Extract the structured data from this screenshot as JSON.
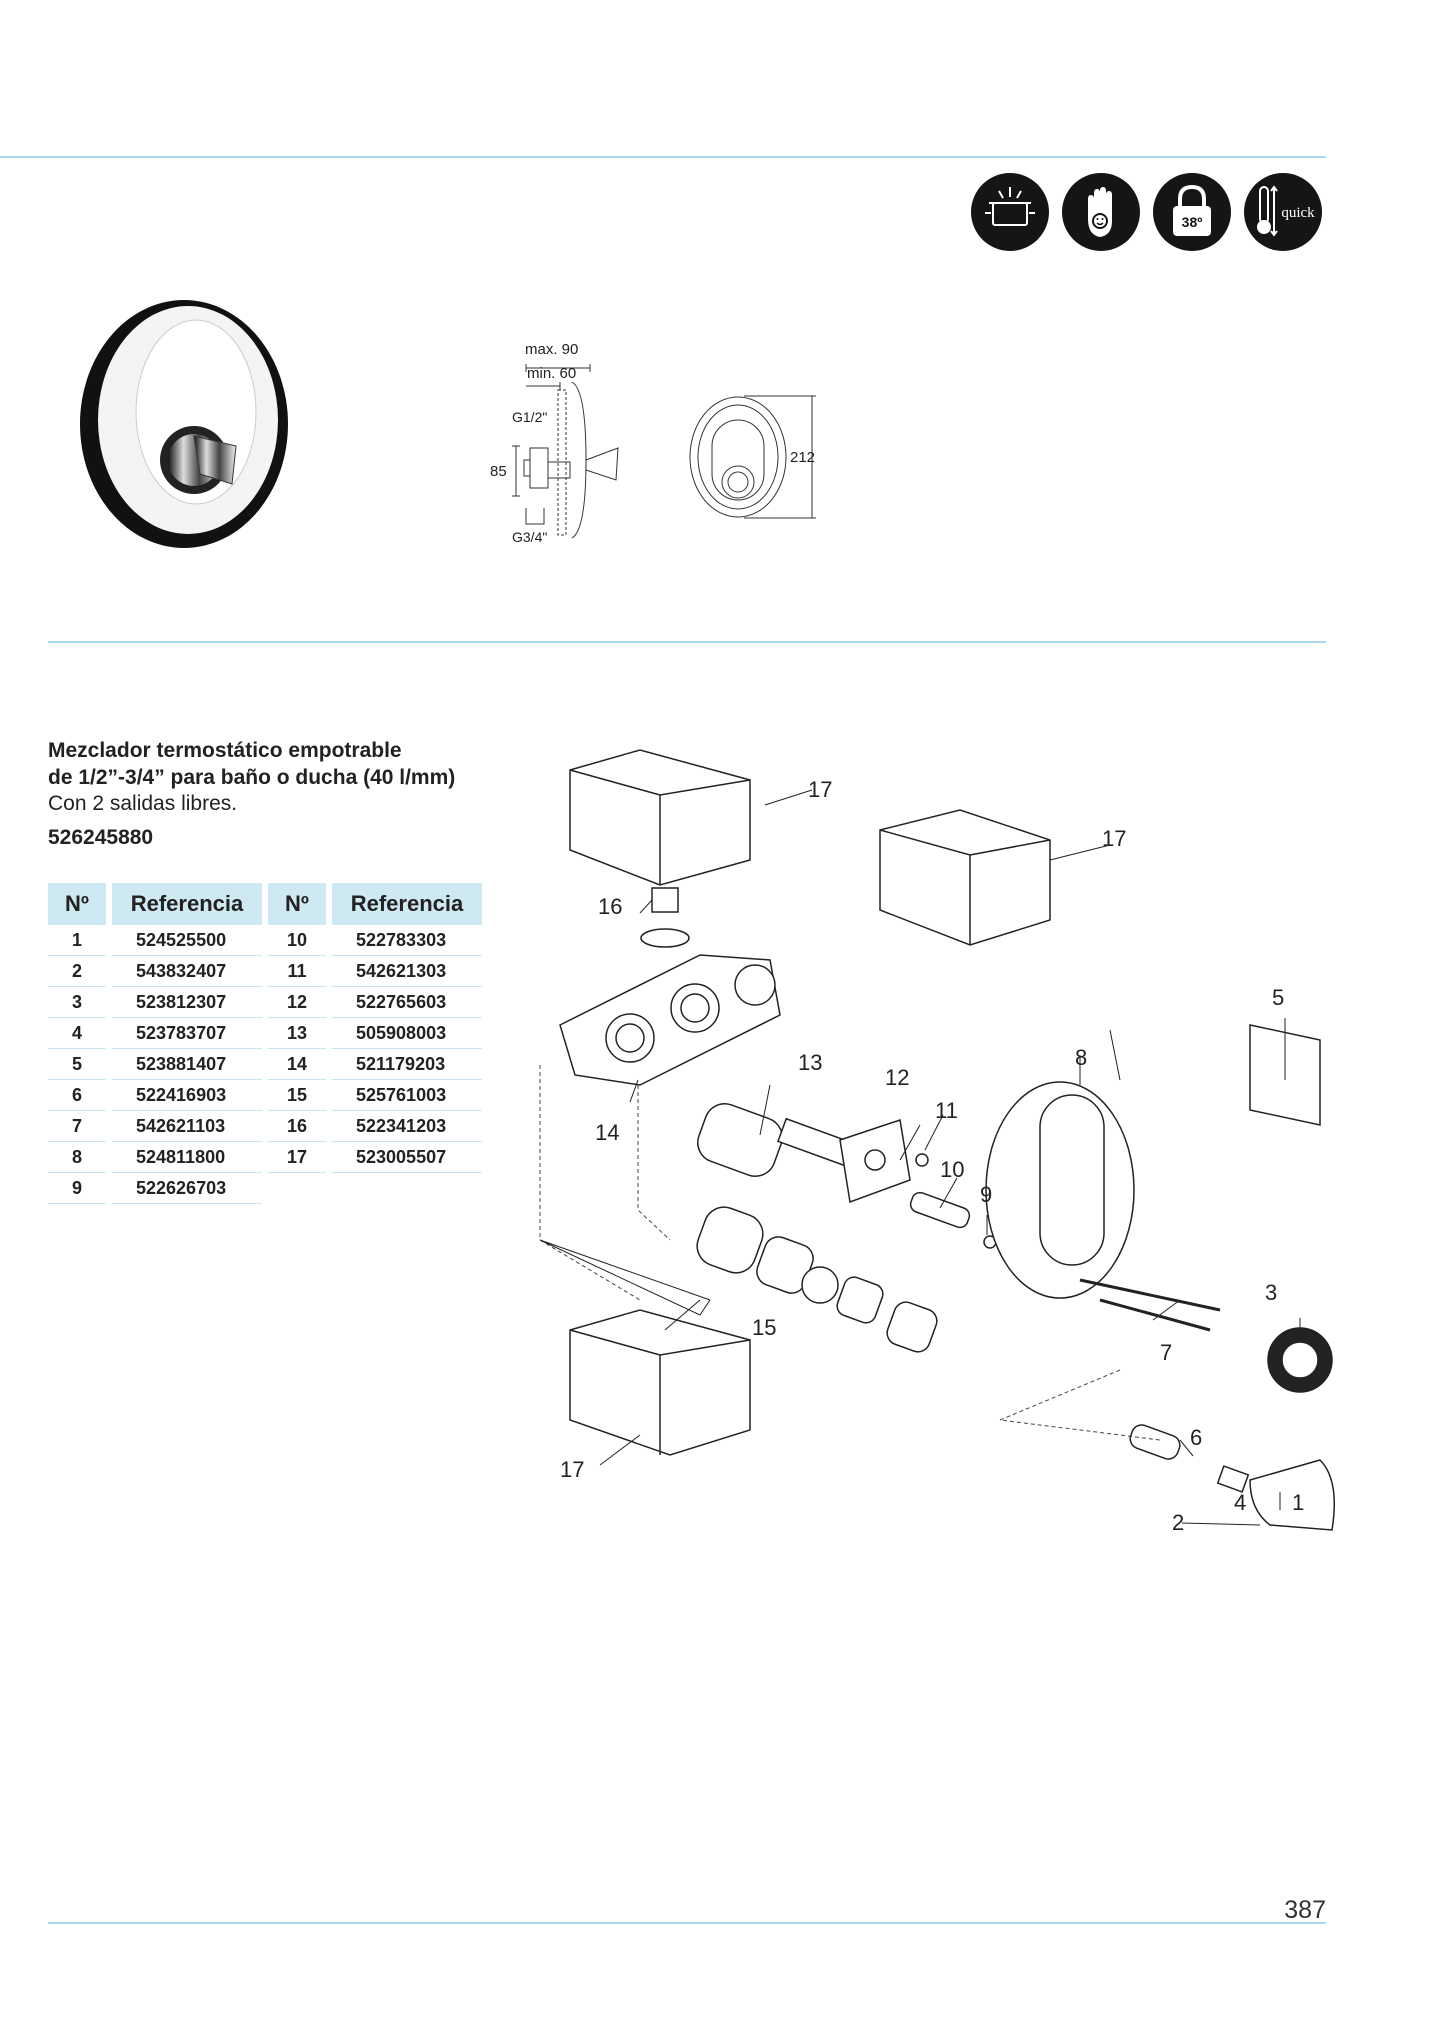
{
  "product": {
    "title_line1": "Mezclador termostático empotrable",
    "title_line2": "de 1/2”-3/4” para baño o ducha (40 l/mm)",
    "subtitle": "Con 2 salidas libres.",
    "code": "526245880"
  },
  "icons": [
    {
      "name": "eco-stop-icon"
    },
    {
      "name": "safe-touch-hand-icon"
    },
    {
      "name": "temperature-lock-38-icon",
      "label": "38º"
    },
    {
      "name": "quick-thermostat-icon",
      "label": "quick"
    }
  ],
  "dimensions": {
    "max": "max. 90",
    "min": "min. 60",
    "inlet_top": "G1/2\"",
    "inlet_bottom": "G3/4\"",
    "height_side": "85",
    "plate_height": "212"
  },
  "parts_table": {
    "headers": [
      "Nº",
      "Referencia",
      "Nº",
      "Referencia"
    ],
    "rows": [
      {
        "n1": "1",
        "r1": "524525500",
        "n2": "10",
        "r2": "522783303"
      },
      {
        "n1": "2",
        "r1": "543832407",
        "n2": "11",
        "r2": "542621303"
      },
      {
        "n1": "3",
        "r1": "523812307",
        "n2": "12",
        "r2": "522765603"
      },
      {
        "n1": "4",
        "r1": "523783707",
        "n2": "13",
        "r2": "505908003"
      },
      {
        "n1": "5",
        "r1": "523881407",
        "n2": "14",
        "r2": "521179203"
      },
      {
        "n1": "6",
        "r1": "522416903",
        "n2": "15",
        "r2": "525761003"
      },
      {
        "n1": "7",
        "r1": "542621103",
        "n2": "16",
        "r2": "522341203"
      },
      {
        "n1": "8",
        "r1": "524811800",
        "n2": "17",
        "r2": "523005507"
      },
      {
        "n1": "9",
        "r1": "522626703",
        "n2": "",
        "r2": ""
      }
    ]
  },
  "diagram_labels": [
    "1",
    "2",
    "3",
    "4",
    "5",
    "6",
    "7",
    "8",
    "9",
    "10",
    "11",
    "12",
    "13",
    "14",
    "15",
    "16",
    "17",
    "17",
    "17"
  ],
  "page_number": "387",
  "colors": {
    "rule": "#a9d9ea",
    "table_header": "#cfe9f3",
    "icon_bg": "#151515"
  }
}
